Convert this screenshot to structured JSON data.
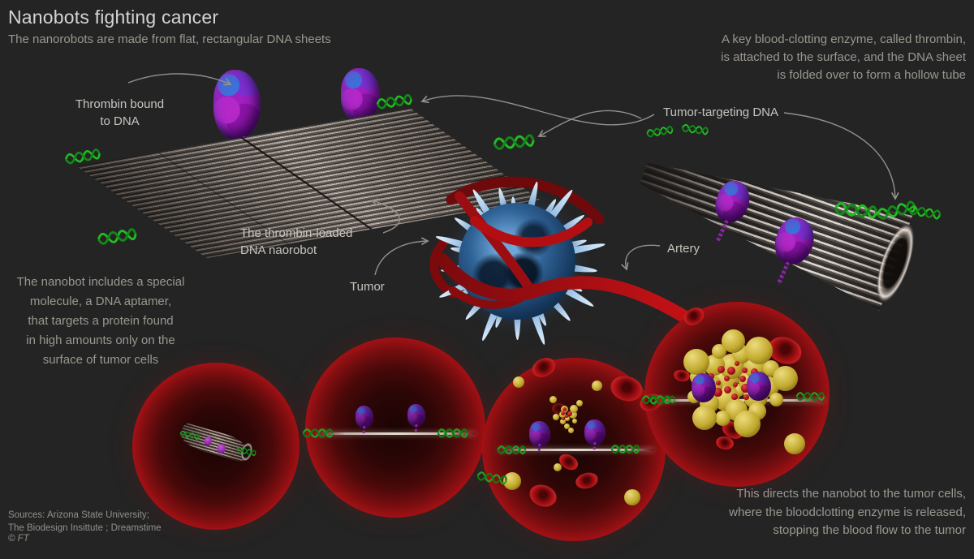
{
  "header": {
    "title": "Nanobots fighting cancer",
    "subtitle": "The nanorobots are made from flat, rectangular DNA sheets"
  },
  "annotations": {
    "top_right": "A key blood-clotting enzyme, called thrombin,\nis attached to the surface, and the DNA sheet\nis folded over to form a hollow tube",
    "left": "The nanobot includes a special\nmolecule, a DNA aptamer,\nthat targets a protein found\nin high amounts only on the\nsurface of tumor cells",
    "bottom_right": "This directs the nanobot to the tumor cells,\nwhere the bloodclotting enzyme is released,\nstopping the blood flow to the tumor"
  },
  "labels": {
    "thrombin_bound": "Thrombin bound\nto DNA",
    "tumor_targeting": "Tumor-targeting DNA",
    "thrombin_loaded": "The thrombin-loaded\nDNA naorobot",
    "tumor": "Tumor",
    "artery": "Artery"
  },
  "footer": {
    "sources": "Sources: Arizona State University;\nThe Biodesign Insittute ; Dreamstime",
    "copyright": "© FT"
  },
  "colors": {
    "background": "#242424",
    "title_text": "#d6d4d1",
    "body_text": "#9a978f",
    "label_text": "#c6c4be",
    "artery_red": "#c01217",
    "dna_green": "#23bb23",
    "thrombin_purple": "#9c27b0",
    "tumor_blue": "#4f86bc",
    "clot_yellow": "#c2a92d"
  }
}
